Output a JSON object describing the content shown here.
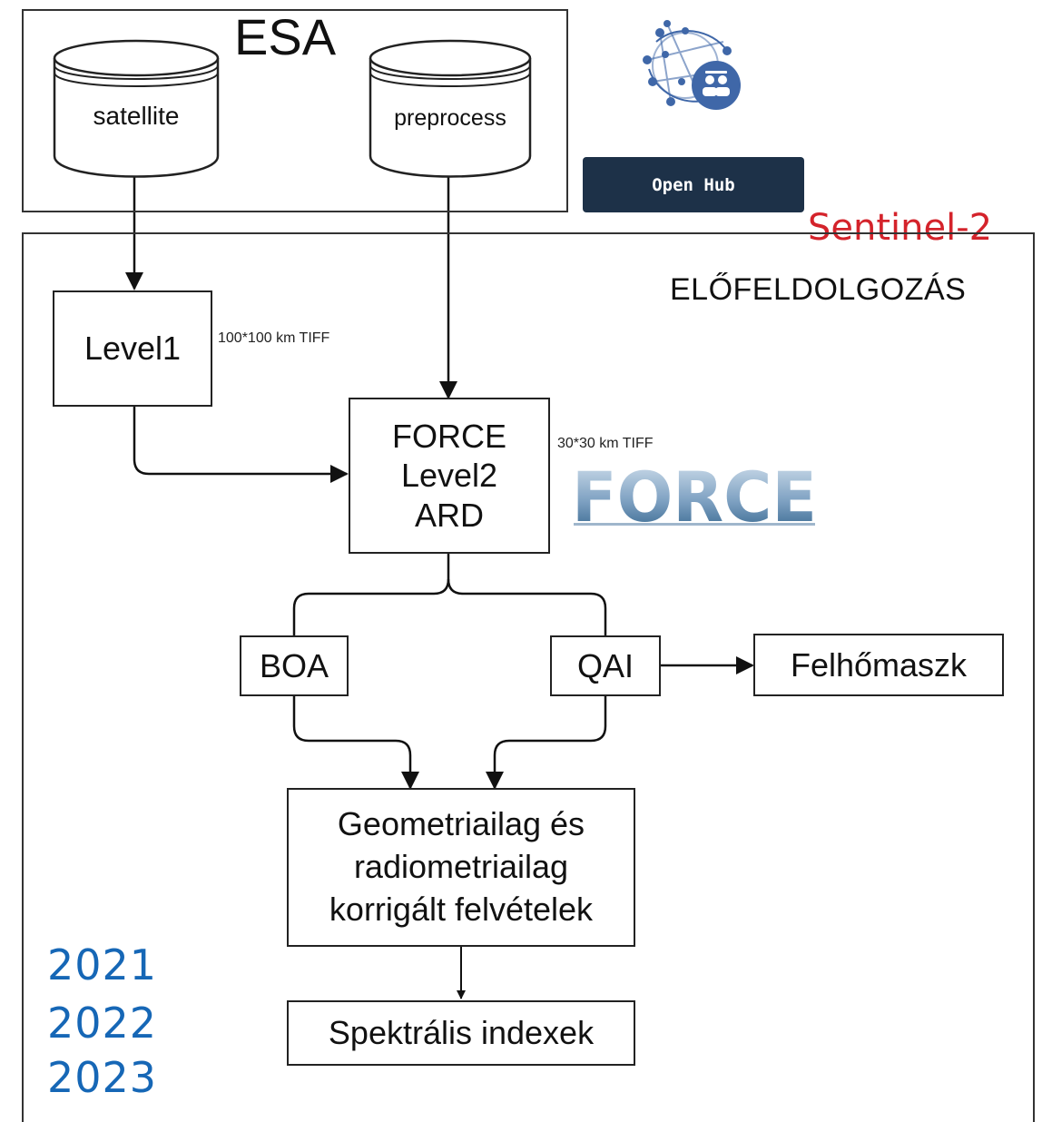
{
  "esa": {
    "title": "ESA"
  },
  "cylinders": {
    "satellite": "satellite",
    "preprocess": "preprocess"
  },
  "hub": {
    "button_label": "Open Hub",
    "logo_icon": "network-people-icon"
  },
  "brand": {
    "label": "Sentinel-2",
    "color": "#d4232b"
  },
  "section": {
    "title": "ELŐFELDOLGOZÁS"
  },
  "nodes": {
    "level1": "Level1",
    "force": "FORCE\nLevel2\nARD",
    "boa": "BOA",
    "qai": "QAI",
    "cloudmask": "Felhőmaszk",
    "corrected": "Geometriailag és\nradiometriailag\nkorrigált felvételek",
    "indices": "Spektrális indexek"
  },
  "notes": {
    "level1_tile": "100*100 km TIFF",
    "force_tile": "30*30 km TIFF"
  },
  "force_logo": {
    "letters": "FORCE"
  },
  "years": [
    "2021",
    "2022",
    "2023"
  ],
  "year_color": "#1667b6"
}
